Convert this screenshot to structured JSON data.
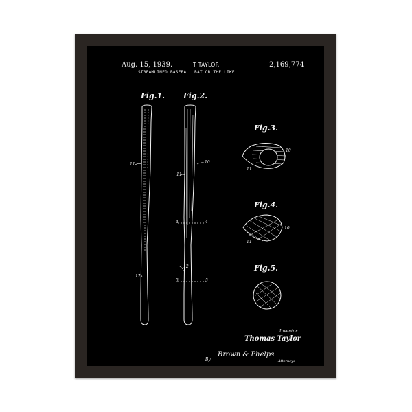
{
  "poster": {
    "date": "Aug. 15, 1939.",
    "inventor": "T TAYLOR",
    "patent_number": "2,169,774",
    "subtitle": "STREAMLINED BASEBALL BAT OR THE LIKE",
    "figures": [
      "Fig.1.",
      "Fig.2.",
      "Fig.3.",
      "Fig.4.",
      "Fig.5."
    ],
    "refs": {
      "fig1_11": "11",
      "fig1_12": "12",
      "fig2_10": "10",
      "fig2_11": "11",
      "fig2_12": "12",
      "sec4_left": "4",
      "sec4_right": "4",
      "sec5_left": "5",
      "sec5_right": "5",
      "fig3_10": "10",
      "fig3_11": "11",
      "fig4_10": "10",
      "fig4_11": "11"
    },
    "inventor_label": "Inventor",
    "inventor_signature": "Thomas Taylor",
    "by_label": "By",
    "attorney_signature": "Brown & Phelps",
    "attorneys_label": "Attorneys"
  },
  "colors": {
    "frame": "#2a2522",
    "poster_background": "#000000",
    "linework": "#f2f2f2"
  }
}
